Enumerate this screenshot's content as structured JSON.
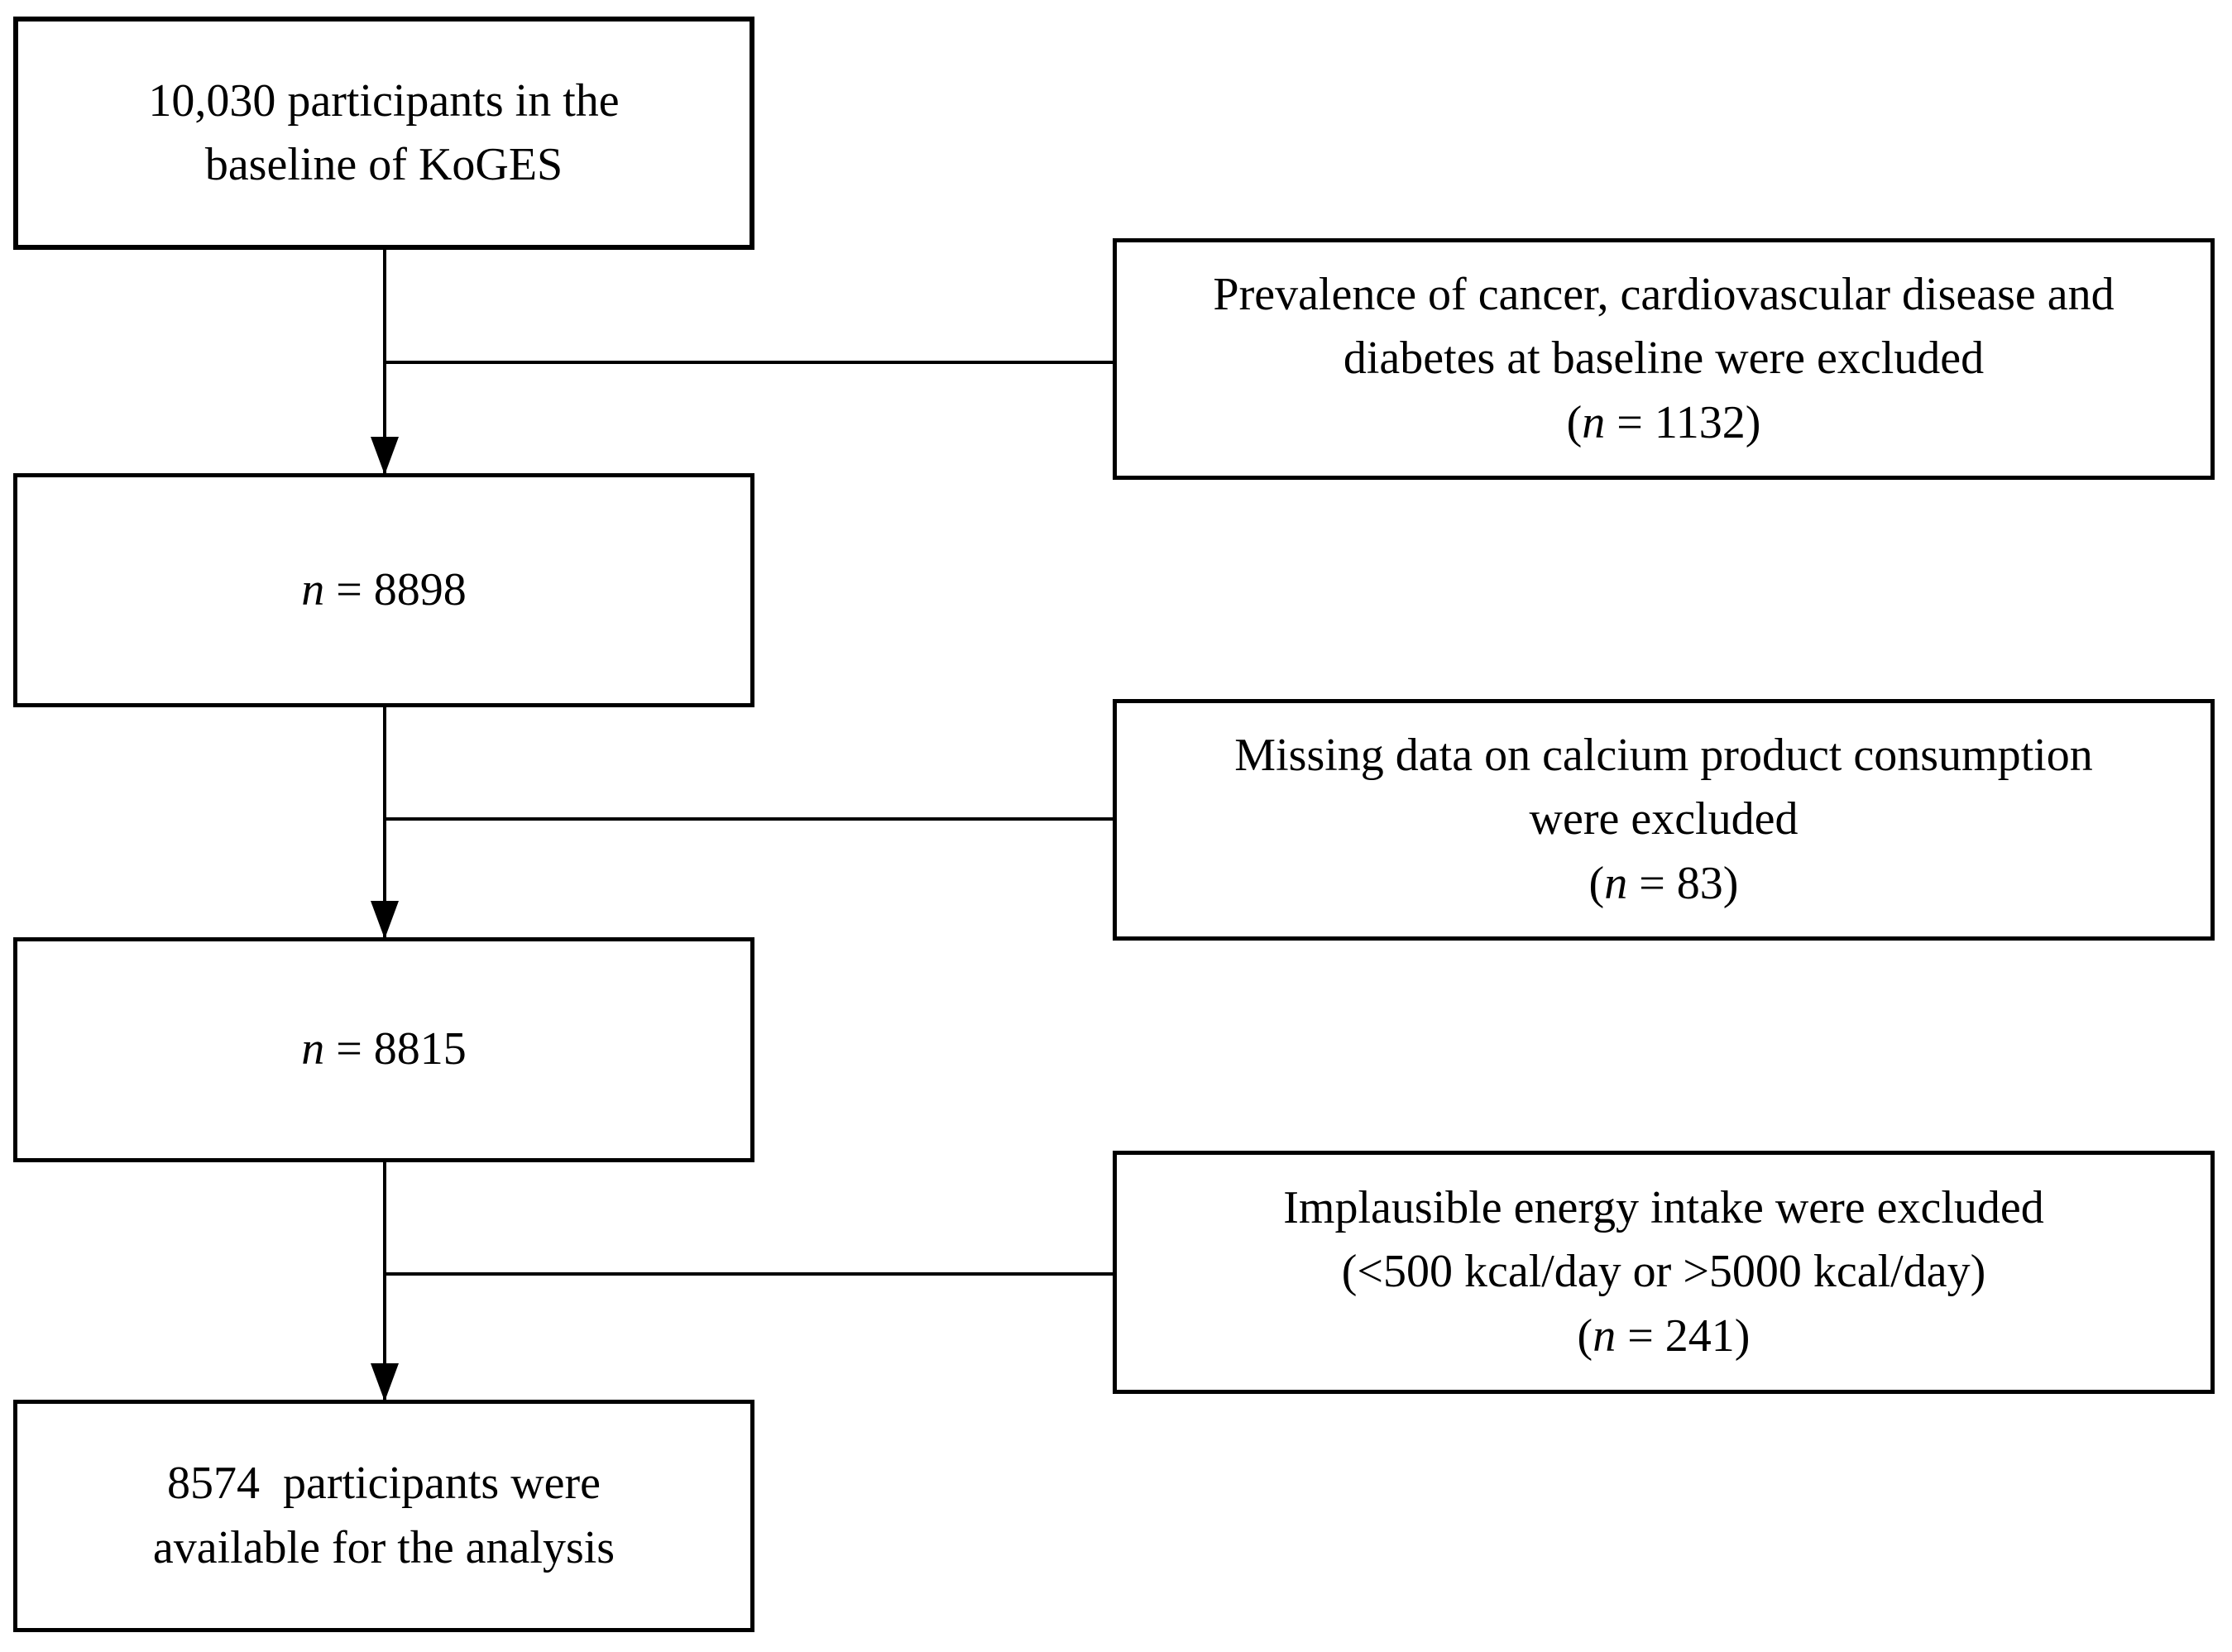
{
  "figure": {
    "type": "participant-flow-diagram",
    "colors": {
      "background": "#ffffff",
      "line": "#000000",
      "text": "#000000"
    },
    "nodes": {
      "baseline": {
        "line1": "10,030 participants in the",
        "line2": "baseline of KoGES"
      },
      "count1": {
        "var": "n",
        "rest": " = 8898"
      },
      "count2": {
        "var": "n",
        "rest": " = 8815"
      },
      "final": {
        "line1": "8574  participants were",
        "line2": "available for the analysis"
      },
      "exclusion1": {
        "line1": "Prevalence of cancer, cardiovascular disease and",
        "line2": "diabetes at baseline were excluded",
        "npre": "(",
        "nvar": "n",
        "npost": " = 1132)"
      },
      "exclusion2": {
        "line1": "Missing data on calcium product consumption",
        "line2": "were excluded",
        "npre": "(",
        "nvar": "n",
        "npost": " = 83)"
      },
      "exclusion3": {
        "line1": "Implausible energy intake were excluded",
        "line2": "(<500 kcal/day or >5000 kcal/day)",
        "npre": "(",
        "nvar": "n",
        "npost": " = 241)"
      }
    }
  }
}
